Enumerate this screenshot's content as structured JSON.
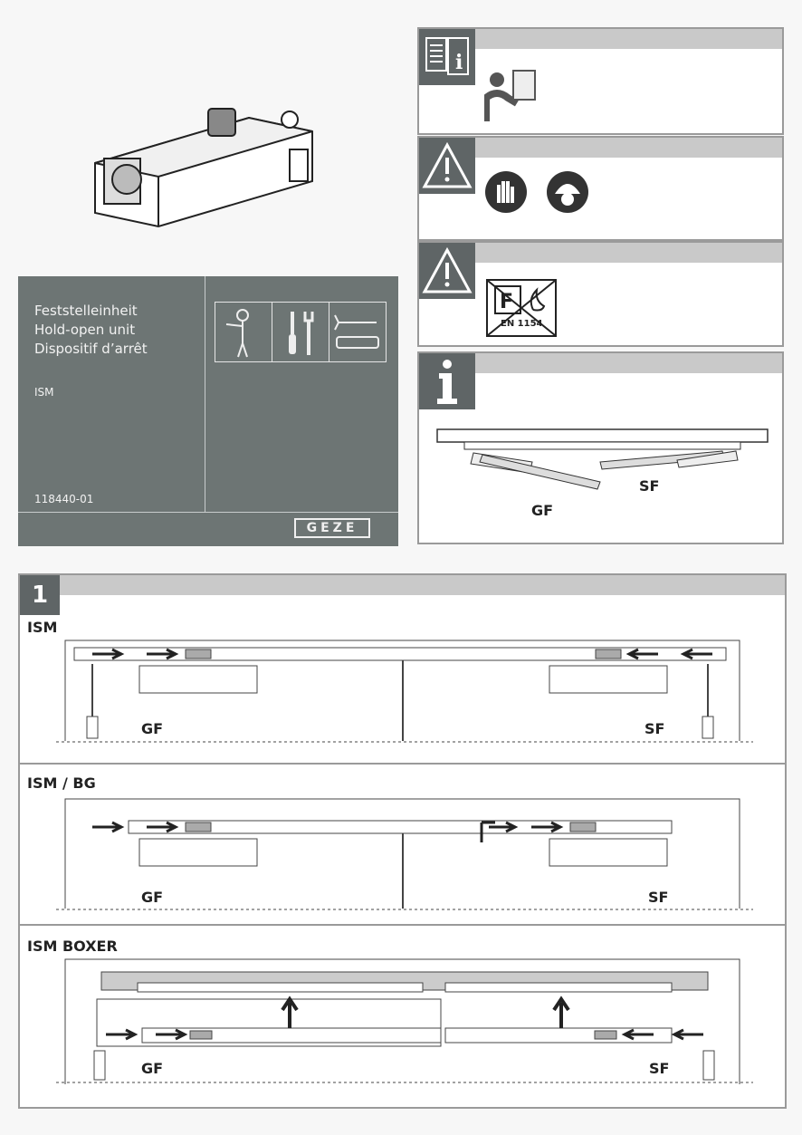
{
  "cover": {
    "title_de": "Feststelleinheit",
    "title_en": "Hold-open unit",
    "title_fr": "Dispositif d’arrêt",
    "model": "ISM",
    "doc_number": "118440-01",
    "brand": "GEZE"
  },
  "panels": {
    "fire_sign_text": "EN 1154",
    "info_gf": "GF",
    "info_sf": "SF"
  },
  "section1": {
    "number": "1",
    "variants": [
      {
        "title": "ISM",
        "gf": "GF",
        "sf": "SF"
      },
      {
        "title": "ISM / BG",
        "gf": "GF",
        "sf": "SF"
      },
      {
        "title": "ISM BOXER",
        "gf": "GF",
        "sf": "SF"
      }
    ]
  },
  "colors": {
    "cover_bg": "#6d7574",
    "icon_square": "#5f6566",
    "header_bar": "#c9c9c9"
  }
}
